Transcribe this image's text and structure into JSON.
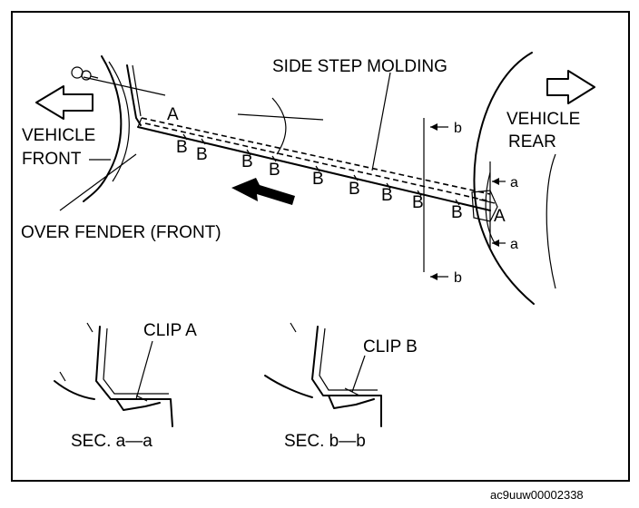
{
  "labels": {
    "side_step_molding": "SIDE STEP MOLDING",
    "vehicle_front_1": "VEHICLE",
    "vehicle_front_2": "FRONT",
    "vehicle_rear_1": "VEHICLE",
    "vehicle_rear_2": "REAR",
    "over_fender": "OVER FENDER (FRONT)",
    "clip_a": "CLIP A",
    "clip_b": "CLIP B",
    "sec_aa": "SEC. a—a",
    "sec_bb": "SEC. b—b",
    "clip_letter_a": "A",
    "clip_letter_b": "B",
    "section_a": "a",
    "section_b": "b"
  },
  "reference_code": "ac9uuw00002338"
}
